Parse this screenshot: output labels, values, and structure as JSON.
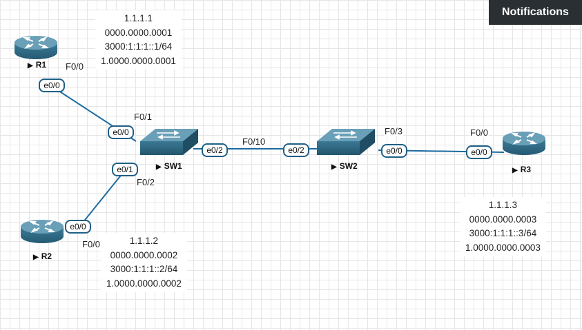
{
  "notifications_label": "Notifications",
  "devices": {
    "r1": {
      "name": "R1"
    },
    "r2": {
      "name": "R2"
    },
    "r3": {
      "name": "R3"
    },
    "sw1": {
      "name": "SW1"
    },
    "sw2": {
      "name": "SW2"
    }
  },
  "port_badges": {
    "r1_e00": "e0/0",
    "sw1_e00": "e0/0",
    "sw1_e01": "e0/1",
    "r2_e00": "e0/0",
    "sw1_e02": "e0/2",
    "sw2_e02": "e0/2",
    "sw2_e00": "e0/0",
    "r3_e00": "e0/0"
  },
  "port_labels": {
    "r1_f00": "F0/0",
    "sw1_f01": "F0/1",
    "sw1_f02": "F0/2",
    "r2_f00": "F0/0",
    "link_f010": "F0/10",
    "sw2_f03": "F0/3",
    "r3_f00": "F0/0"
  },
  "notes": {
    "r1": [
      "1.1.1.1",
      "0000.0000.0001",
      "3000:1:1:1::1/64",
      "1.0000.0000.0001"
    ],
    "r2": [
      "1.1.1.2",
      "0000.0000.0002",
      "3000:1:1:1::2/64",
      "1.0000.0000.0002"
    ],
    "r3": [
      "1.1.1.3",
      "0000.0000.0003",
      "3000:1:1:1::3/64",
      "1.0000.0000.0003"
    ]
  },
  "colors": {
    "link": "#1b6aa0",
    "device_body": "#2f6f8c",
    "device_top": "#6a9fb8"
  }
}
